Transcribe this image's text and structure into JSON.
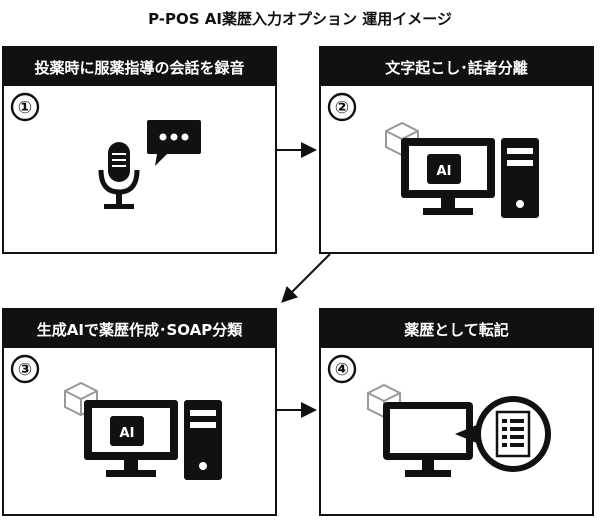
{
  "title": "P-POS AI薬歴入力オプション 運用イメージ",
  "steps": [
    {
      "number": "①",
      "label": "投薬時に服薬指導の会話を録音"
    },
    {
      "number": "②",
      "label": "文字起こし･話者分離"
    },
    {
      "number": "③",
      "label": "生成AIで薬歴作成･SOAP分類"
    },
    {
      "number": "④",
      "label": "薬歴として転記"
    }
  ],
  "ai_badge": "AI",
  "colors": {
    "ink": "#111111",
    "cube": "#999999",
    "background": "#ffffff"
  },
  "icons": [
    "microphone-icon",
    "speech-bubble-icon",
    "cube-icon",
    "computer-icon",
    "document-list-icon"
  ]
}
